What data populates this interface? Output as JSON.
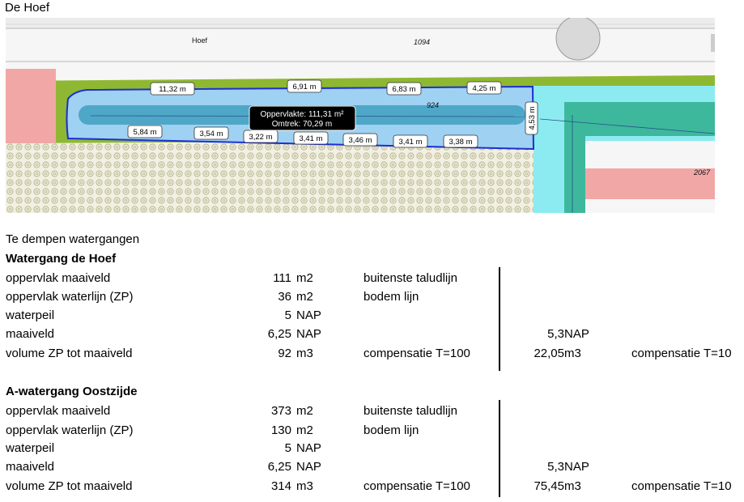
{
  "title": "De Hoef",
  "map": {
    "street_name": "Hoef",
    "parcel_numbers": [
      "1094",
      "924",
      "2067"
    ],
    "measure_labels": [
      "11,32 m",
      "6,91 m",
      "6,83 m",
      "4,25 m",
      "5,84 m",
      "3,54 m",
      "3,22 m",
      "3,41 m",
      "3,46 m",
      "3,41 m",
      "3,38 m",
      "4,53 m"
    ],
    "popup": {
      "area": "Oppervlakte: 111,31 m²",
      "perimeter": "Omtrek: 70,29 m"
    },
    "colors": {
      "water": "#9fd1f2",
      "grass": "#8fb832",
      "pink": "#f2a7a7",
      "teal": "#3db89d",
      "outline": "#1c2fd1"
    }
  },
  "section_title": "Te dempen watergangen",
  "blocks": [
    {
      "name": "Watergang de Hoef",
      "rows": [
        {
          "label": "oppervlak maaiveld",
          "value": "111",
          "unit": "m2",
          "note": "buitenste taludlijn",
          "value2": "",
          "unit2": "",
          "note2": ""
        },
        {
          "label": "oppervlak waterlijn (ZP)",
          "value": "36",
          "unit": "m2",
          "note": "bodem lijn",
          "value2": "",
          "unit2": "",
          "note2": ""
        },
        {
          "label": "waterpeil",
          "value": "5",
          "unit": "NAP",
          "note": "",
          "value2": "",
          "unit2": "",
          "note2": ""
        },
        {
          "label": "maaiveld",
          "value": "6,25",
          "unit": "NAP",
          "note": "",
          "value2": "5,3",
          "unit2": "NAP",
          "note2": ""
        },
        {
          "label": "volume ZP tot maaiveld",
          "value": "92",
          "unit": "m3",
          "note": "compensatie T=100",
          "value2": "22,05",
          "unit2": "m3",
          "note2": "compensatie T=10"
        }
      ]
    },
    {
      "name": "A-watergang Oostzijde",
      "rows": [
        {
          "label": "oppervlak maaiveld",
          "value": "373",
          "unit": "m2",
          "note": "buitenste taludlijn",
          "value2": "",
          "unit2": "",
          "note2": ""
        },
        {
          "label": "oppervlak waterlijn (ZP)",
          "value": "130",
          "unit": "m2",
          "note": "bodem lijn",
          "value2": "",
          "unit2": "",
          "note2": ""
        },
        {
          "label": "waterpeil",
          "value": "5",
          "unit": "NAP",
          "note": "",
          "value2": "",
          "unit2": "",
          "note2": ""
        },
        {
          "label": "maaiveld",
          "value": "6,25",
          "unit": "NAP",
          "note": "",
          "value2": "5,3",
          "unit2": "NAP",
          "note2": ""
        },
        {
          "label": "volume ZP tot maaiveld",
          "value": "314",
          "unit": "m3",
          "note": "compensatie T=100",
          "value2": "75,45",
          "unit2": "m3",
          "note2": "compensatie T=10"
        }
      ]
    }
  ]
}
